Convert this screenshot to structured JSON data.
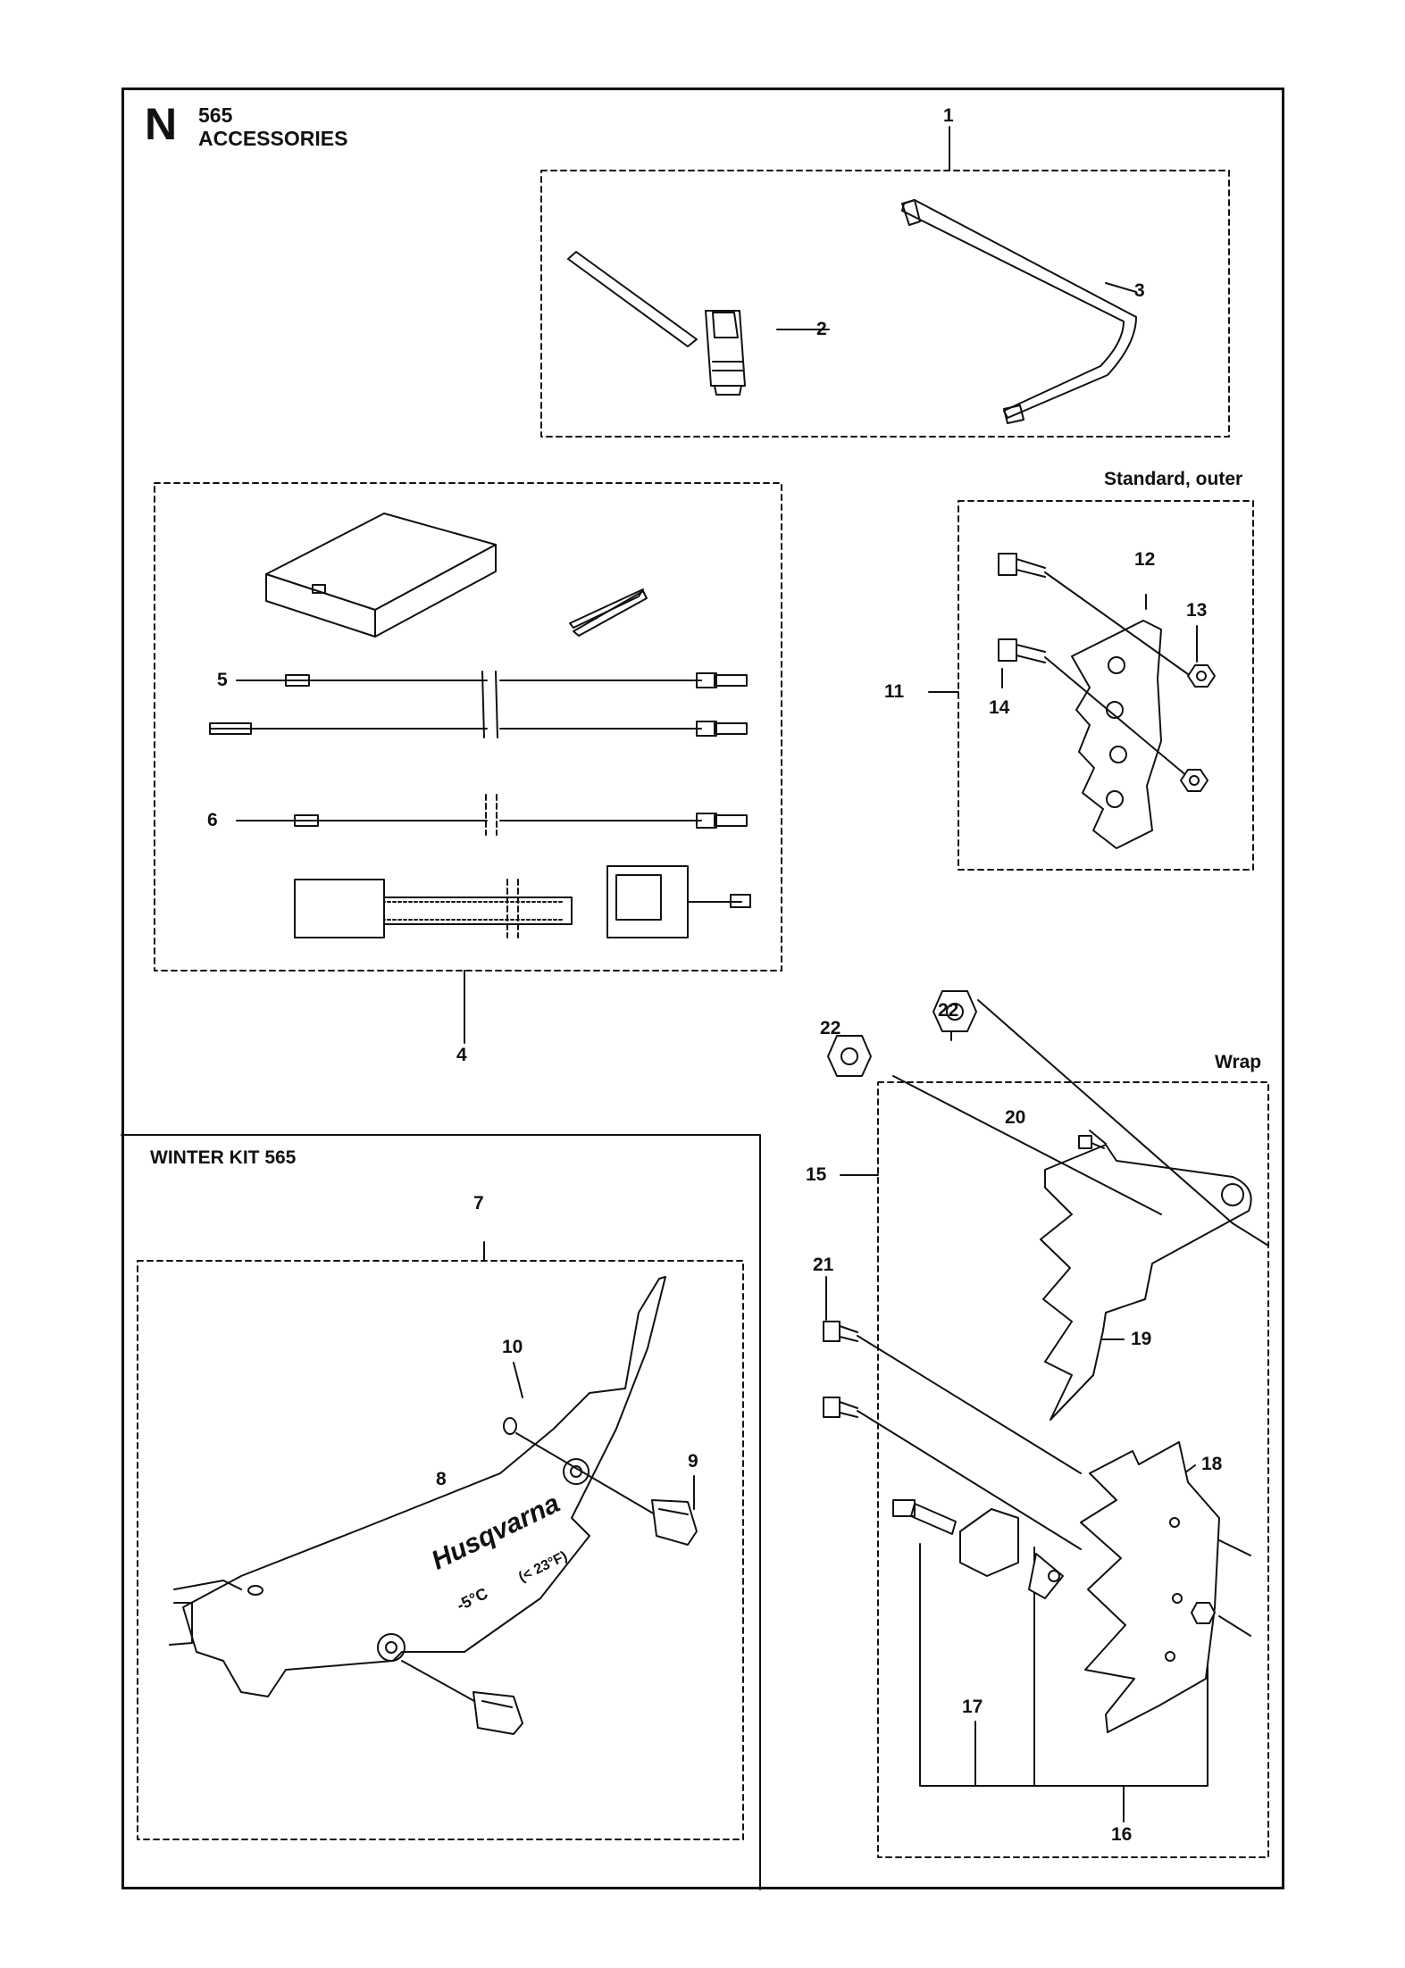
{
  "header": {
    "section_letter": "N",
    "model": "565",
    "title": "ACCESSORIES"
  },
  "groups": {
    "standard_outer": "Standard, outer",
    "wrap": "Wrap",
    "winter_kit": "WINTER KIT 565"
  },
  "logo": {
    "brand": "Husqvarna",
    "temp_c": "-5°C",
    "temp_f": "(< 23°F)"
  },
  "callouts": {
    "c1": "1",
    "c2": "2",
    "c3": "3",
    "c4": "4",
    "c5": "5",
    "c6": "6",
    "c7": "7",
    "c8": "8",
    "c9": "9",
    "c10": "10",
    "c11": "11",
    "c12": "12",
    "c13": "13",
    "c14": "14",
    "c15": "15",
    "c16": "16",
    "c17": "17",
    "c18": "18",
    "c19": "19",
    "c20": "20",
    "c21": "21",
    "c22a": "22",
    "c22b": "22"
  }
}
